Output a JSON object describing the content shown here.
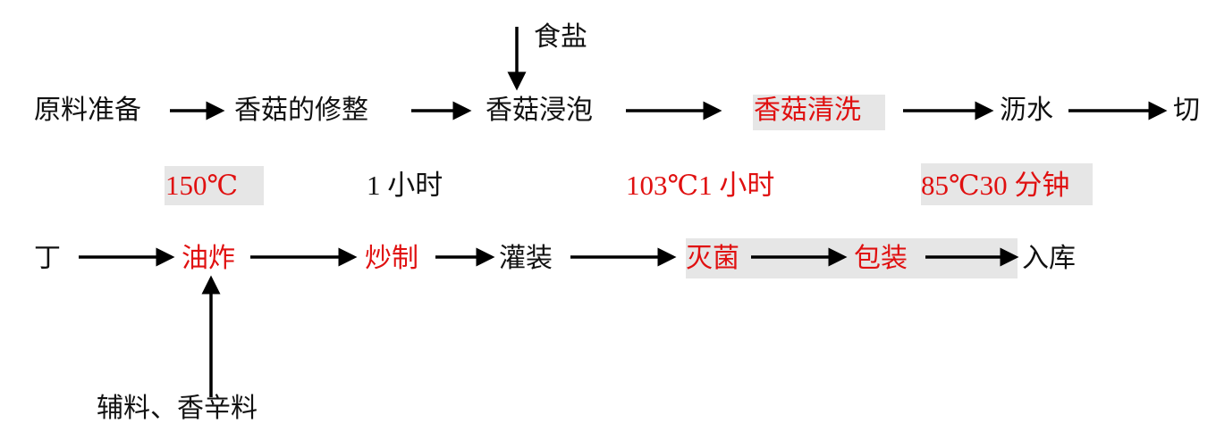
{
  "colors": {
    "highlight_text": "#e01010",
    "normal_text": "#111111",
    "highlight_box": "#e6e6e6",
    "arrow": "#000000"
  },
  "row1": [
    {
      "label": "原料准备",
      "highlight": false
    },
    {
      "label": "香菇的修整",
      "highlight": false
    },
    {
      "label": "香菇浸泡",
      "highlight": false
    },
    {
      "label": "香菇清洗",
      "highlight": true
    },
    {
      "label": "沥水",
      "highlight": false
    },
    {
      "label": "切",
      "highlight": false
    }
  ],
  "input_salt": "食盐",
  "conditions": [
    {
      "label": "150℃",
      "highlight": true
    },
    {
      "label": "1 小时",
      "highlight": false
    },
    {
      "label": "103℃1 小时",
      "highlight": true
    },
    {
      "label": "85℃30 分钟",
      "highlight": true
    }
  ],
  "row3": [
    {
      "label": "丁",
      "highlight": false
    },
    {
      "label": "油炸",
      "highlight": true
    },
    {
      "label": "炒制",
      "highlight": true
    },
    {
      "label": "灌装",
      "highlight": false
    },
    {
      "label": "灭菌",
      "highlight": true
    },
    {
      "label": "包装",
      "highlight": true
    },
    {
      "label": "入库",
      "highlight": false
    }
  ],
  "input_auxiliary": "辅料、香辛料"
}
